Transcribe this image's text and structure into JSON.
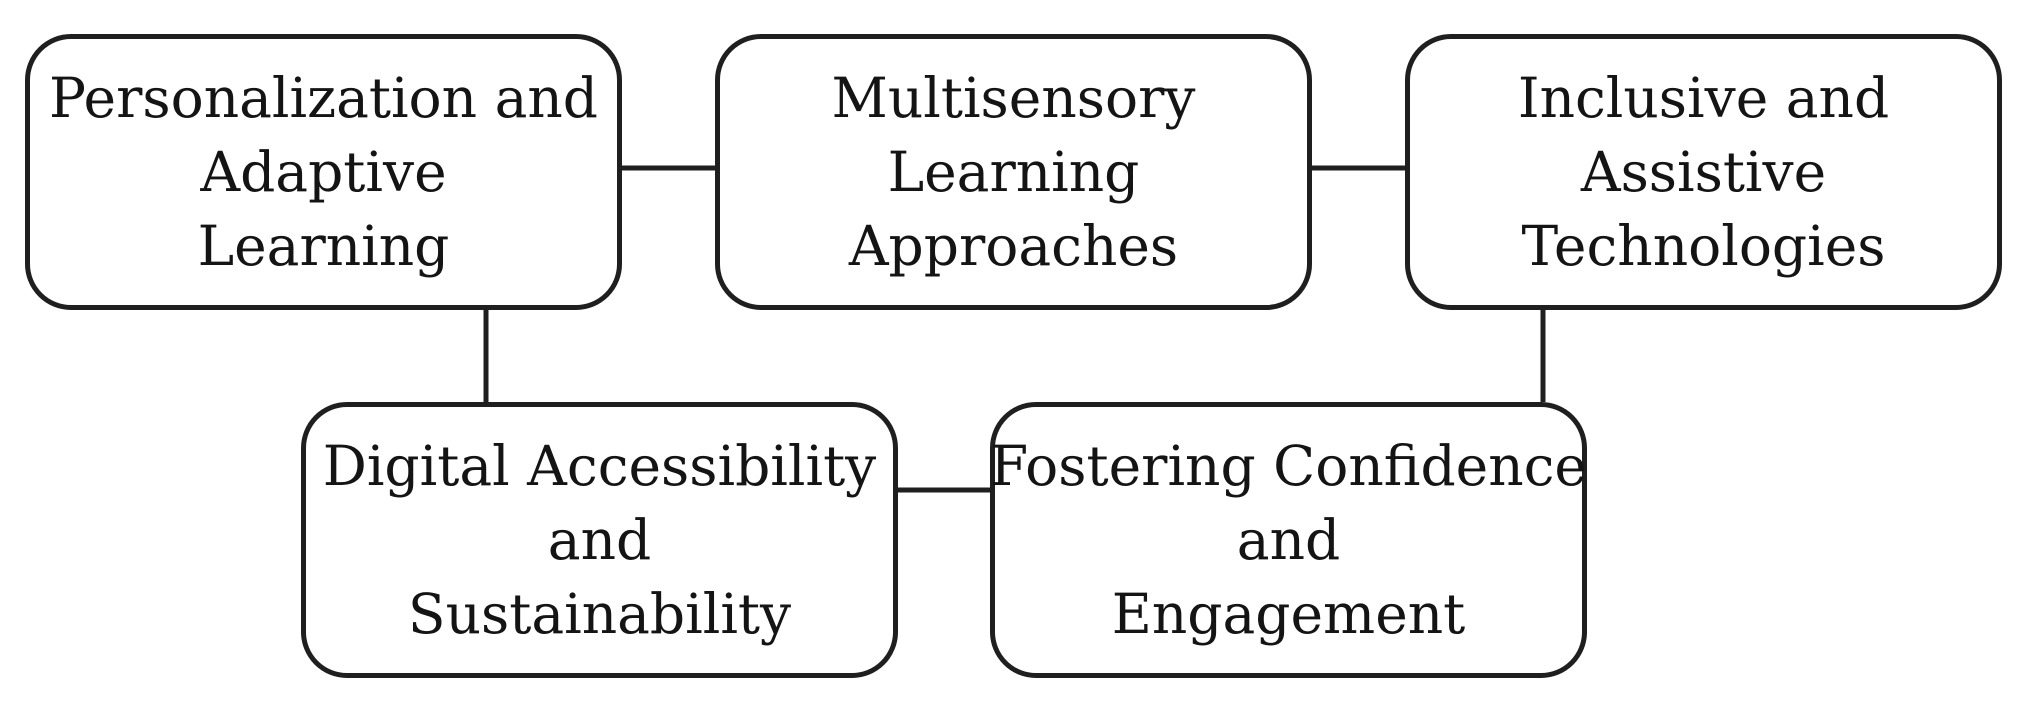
{
  "nodes": {
    "personalization": {
      "lines": [
        "Personalization and",
        "Adaptive",
        "Learning"
      ]
    },
    "multisensory": {
      "lines": [
        "Multisensory",
        "Learning",
        "Approaches"
      ]
    },
    "inclusive": {
      "lines": [
        "Inclusive and",
        "Assistive",
        "Technologies"
      ]
    },
    "digital": {
      "lines": [
        "Digital Accessibility",
        "and",
        "Sustainability"
      ]
    },
    "fostering": {
      "lines": [
        "Fostering Confidence",
        "and",
        "Engagement"
      ]
    }
  },
  "edges": [
    {
      "from": "personalization",
      "to": "multisensory"
    },
    {
      "from": "multisensory",
      "to": "inclusive"
    },
    {
      "from": "personalization",
      "to": "digital"
    },
    {
      "from": "inclusive",
      "to": "fostering"
    },
    {
      "from": "digital",
      "to": "fostering"
    }
  ],
  "style": {
    "line_color": "#1f1f1f",
    "box_fill": "#ffffff"
  }
}
